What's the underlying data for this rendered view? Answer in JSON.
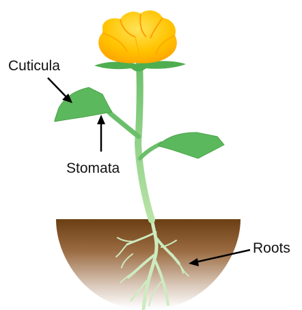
{
  "labels": {
    "cuticula": "Cuticula",
    "stomata": "Stomata",
    "roots": "Roots"
  },
  "colors": {
    "petal_light": "#ffd21a",
    "petal_dark": "#ffab00",
    "leaf": "#5cb85c",
    "leaf_edge": "#4aa34a",
    "stem": "#7cc47c",
    "root": "#cdebc0",
    "soil_top": "#6b3e13",
    "soil_bottom": "#ffffff",
    "arrow": "#000000"
  },
  "icons": [
    "flower-icon",
    "leaf-icon",
    "stem-icon",
    "root-icon",
    "soil-icon",
    "arrow-icon"
  ]
}
